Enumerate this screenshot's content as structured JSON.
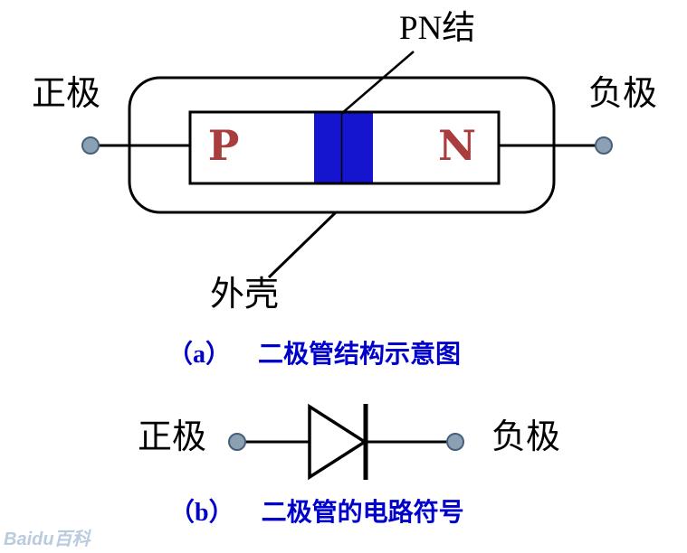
{
  "colors": {
    "junction_blue": "#1515D0",
    "letter_red": "#A93C3C",
    "caption_blue": "#0000CC",
    "terminal_fill": "#8CA0B4",
    "terminal_stroke": "#46607A",
    "watermark_color": "#AEC2D8"
  },
  "part_a": {
    "pn_junction_label": "PN结",
    "anode_label": "正极",
    "cathode_label": "负极",
    "p_label": "P",
    "n_label": "N",
    "shell_label": "外壳",
    "caption_index": "（a）",
    "caption_title": "二极管结构示意图"
  },
  "part_b": {
    "anode_label": "正极",
    "cathode_label": "负极",
    "caption_index": "（b）",
    "caption_title": "二极管的电路符号"
  },
  "watermark": "Baidu百科"
}
